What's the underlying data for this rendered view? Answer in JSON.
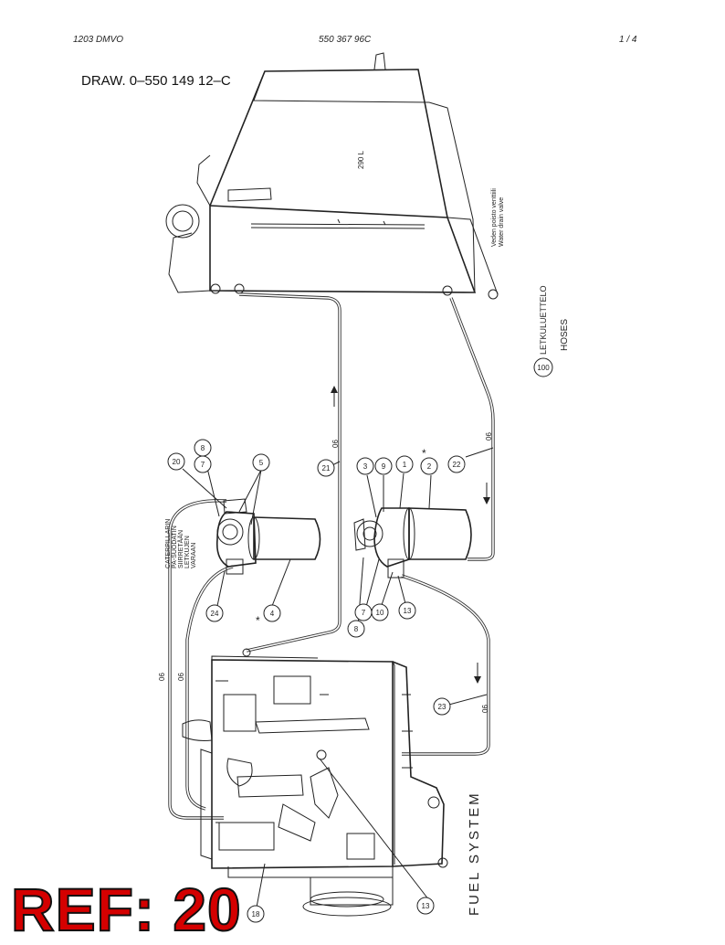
{
  "header": {
    "left": "1203 DMVO",
    "center": "550 367 96C",
    "right": "1 /  4"
  },
  "drawing_number": "DRAW. 0–550 149 12–C",
  "tank_capacity": "290 L",
  "water_valve": {
    "fi": "Veden poisto venttiili",
    "en": "Water drain valve"
  },
  "hose_legend": {
    "number": "100",
    "fi": "LETKULUETTELO",
    "en": "HOSES"
  },
  "cat_filter_note": [
    "CATERPILLARIN",
    "PA-SUODATIN",
    "SIIRRETÄÄN",
    "LETKUJEN",
    "VARAAN"
  ],
  "section_title": "FUEL SYSTEM",
  "hose_size": "06",
  "asterisk": "*",
  "ref_label": "REF: 20",
  "callouts": [
    "20",
    "8",
    "7",
    "5",
    "24",
    "4",
    "21",
    "3",
    "9",
    "1",
    "2",
    "22",
    "8",
    "7",
    "10",
    "13",
    "23",
    "13",
    "18"
  ]
}
